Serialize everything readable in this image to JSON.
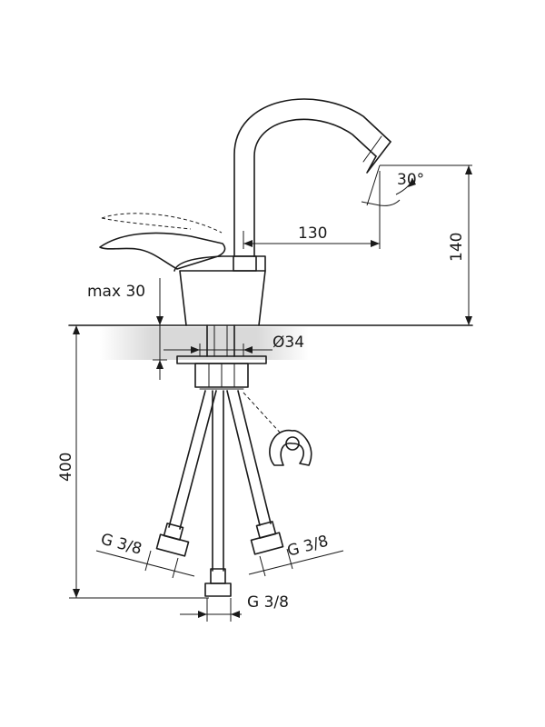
{
  "drawing": {
    "labels": {
      "angle": "30°",
      "spout_reach": "130",
      "height": "140",
      "max_thickness": "max 30",
      "hole_diameter": "Ø34",
      "hose_length": "400",
      "conn_left": "G 3/8",
      "conn_right": "G 3/8",
      "conn_center": "G 3/8"
    },
    "colors": {
      "line": "#1a1a1a",
      "countertop_shade": "#d9d9d9",
      "background": "#ffffff"
    }
  }
}
